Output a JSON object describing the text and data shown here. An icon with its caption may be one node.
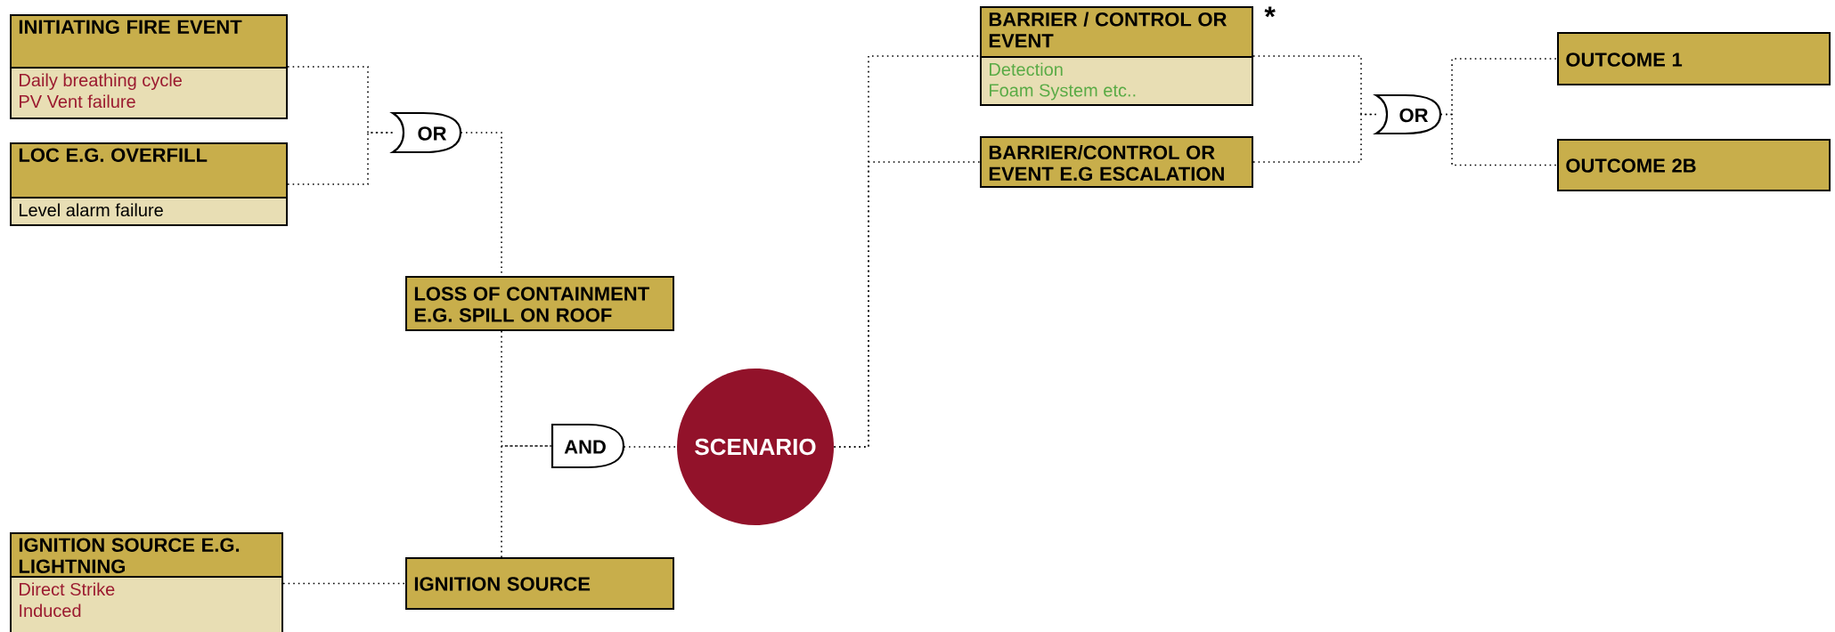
{
  "diagram": {
    "nodes": [
      {
        "text": [
          "INITIATING FIRE EVENT",
          "Daily breathing cycle",
          "PV Vent failure"
        ]
      },
      {
        "text": [
          "LOC E.G. OVERFILL",
          "Level alarm failure"
        ]
      },
      {
        "text": [
          "OR"
        ]
      },
      {
        "text": [
          "LOSS OF CONTAINMENT E.G. SPILL ON ROOF"
        ]
      },
      {
        "text": [
          "IGNITION SOURCE E.G. LIGHTNING",
          "Direct Strike",
          "Induced"
        ]
      },
      {
        "text": [
          "IGNITION SOURCE"
        ]
      },
      {
        "text": [
          "AND"
        ]
      },
      {
        "text": [
          "SCENARIO"
        ]
      },
      {
        "text": [
          "BARRIER / CONTROL OR EVENT",
          "Detection",
          "Foam System etc.."
        ],
        "beside": [
          "*"
        ]
      },
      {
        "text": [
          "BARRIER/CONTROL OR EVENT E.G ESCALATION"
        ]
      },
      {
        "text": [
          "OR"
        ]
      },
      {
        "text": [
          "OUTCOME 1"
        ]
      },
      {
        "text": [
          "OUTCOME 2B"
        ]
      }
    ],
    "edges": [
      {
        "from": 0,
        "to": 2,
        "arrow": "none"
      },
      {
        "from": 1,
        "to": 2,
        "arrow": "none"
      },
      {
        "from": 2,
        "to": 3,
        "arrow": "none"
      },
      {
        "from": 3,
        "to": 6,
        "arrow": "none"
      },
      {
        "from": 5,
        "to": 6,
        "arrow": "none"
      },
      {
        "from": 4,
        "to": 5,
        "arrow": "none"
      },
      {
        "from": 6,
        "to": 7,
        "arrow": "none"
      },
      {
        "from": 7,
        "to": 8,
        "arrow": "none"
      },
      {
        "from": 7,
        "to": 9,
        "arrow": "none"
      },
      {
        "from": 8,
        "to": 10,
        "arrow": "none"
      },
      {
        "from": 9,
        "to": 10,
        "arrow": "none"
      },
      {
        "from": 10,
        "to": 11,
        "arrow": "none"
      },
      {
        "from": 10,
        "to": 12,
        "arrow": "none"
      }
    ]
  }
}
